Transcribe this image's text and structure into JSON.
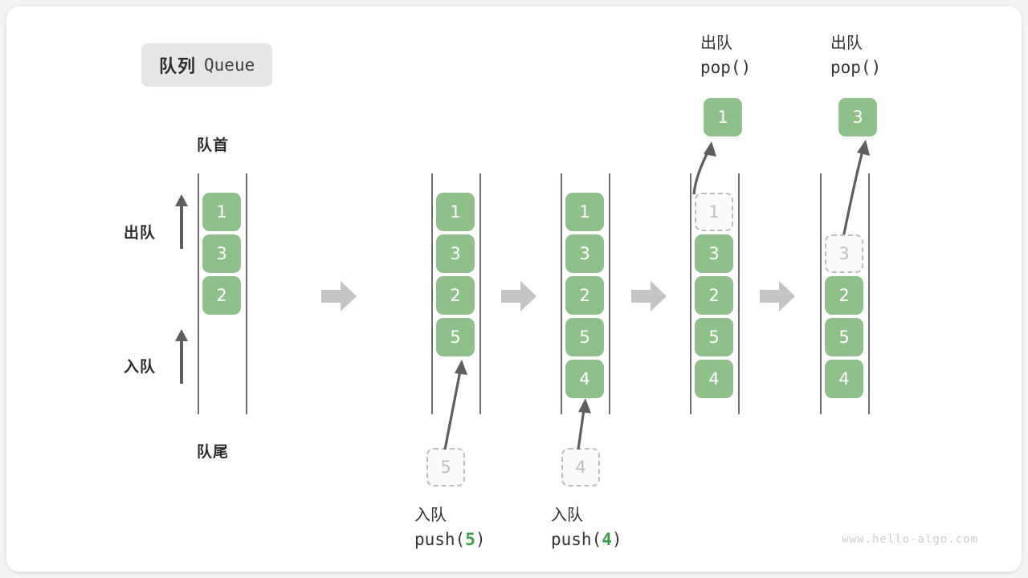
{
  "title": {
    "cn": "队列",
    "en": "Queue"
  },
  "labels": {
    "front": "队首",
    "rear": "队尾",
    "dequeue": "出队",
    "enqueue": "入队"
  },
  "watermark": "www.hello-algo.com",
  "colors": {
    "cell_fill": "#8fc08b",
    "cell_text": "#ffffff",
    "ghost_border": "#bdbdbd",
    "ghost_text": "#bdbdbd",
    "arrow": "#5e5e5e",
    "block_arrow": "#c4c4c4",
    "code_number": "#3c9e4a",
    "badge_bg": "#e6e6e6"
  },
  "panels": [
    {
      "name": "initial-queue",
      "cells": [
        {
          "value": "1",
          "state": "filled"
        },
        {
          "value": "3",
          "state": "filled"
        },
        {
          "value": "2",
          "state": "filled"
        }
      ],
      "caption": null,
      "incoming": null,
      "popped": null
    },
    {
      "name": "after-push-5",
      "cells": [
        {
          "value": "1",
          "state": "filled"
        },
        {
          "value": "3",
          "state": "filled"
        },
        {
          "value": "2",
          "state": "filled"
        },
        {
          "value": "5",
          "state": "filled"
        }
      ],
      "caption": {
        "cn": "入队",
        "code_prefix": "push(",
        "code_number": "5",
        "code_suffix": ")"
      },
      "incoming": {
        "value": "5"
      },
      "popped": null
    },
    {
      "name": "after-push-4",
      "cells": [
        {
          "value": "1",
          "state": "filled"
        },
        {
          "value": "3",
          "state": "filled"
        },
        {
          "value": "2",
          "state": "filled"
        },
        {
          "value": "5",
          "state": "filled"
        },
        {
          "value": "4",
          "state": "filled"
        }
      ],
      "caption": {
        "cn": "入队",
        "code_prefix": "push(",
        "code_number": "4",
        "code_suffix": ")"
      },
      "incoming": {
        "value": "4"
      },
      "popped": null
    },
    {
      "name": "after-pop-1",
      "cells": [
        {
          "value": "1",
          "state": "ghost"
        },
        {
          "value": "3",
          "state": "filled"
        },
        {
          "value": "2",
          "state": "filled"
        },
        {
          "value": "5",
          "state": "filled"
        },
        {
          "value": "4",
          "state": "filled"
        }
      ],
      "caption": {
        "cn": "出队",
        "code_prefix": "pop(",
        "code_number": "",
        "code_suffix": ")"
      },
      "incoming": null,
      "popped": {
        "value": "1"
      }
    },
    {
      "name": "after-pop-3",
      "cells": [
        {
          "value": "",
          "state": "empty"
        },
        {
          "value": "3",
          "state": "ghost"
        },
        {
          "value": "2",
          "state": "filled"
        },
        {
          "value": "5",
          "state": "filled"
        },
        {
          "value": "4",
          "state": "filled"
        }
      ],
      "caption": {
        "cn": "出队",
        "code_prefix": "pop(",
        "code_number": "",
        "code_suffix": ")"
      },
      "incoming": null,
      "popped": {
        "value": "3"
      }
    }
  ]
}
